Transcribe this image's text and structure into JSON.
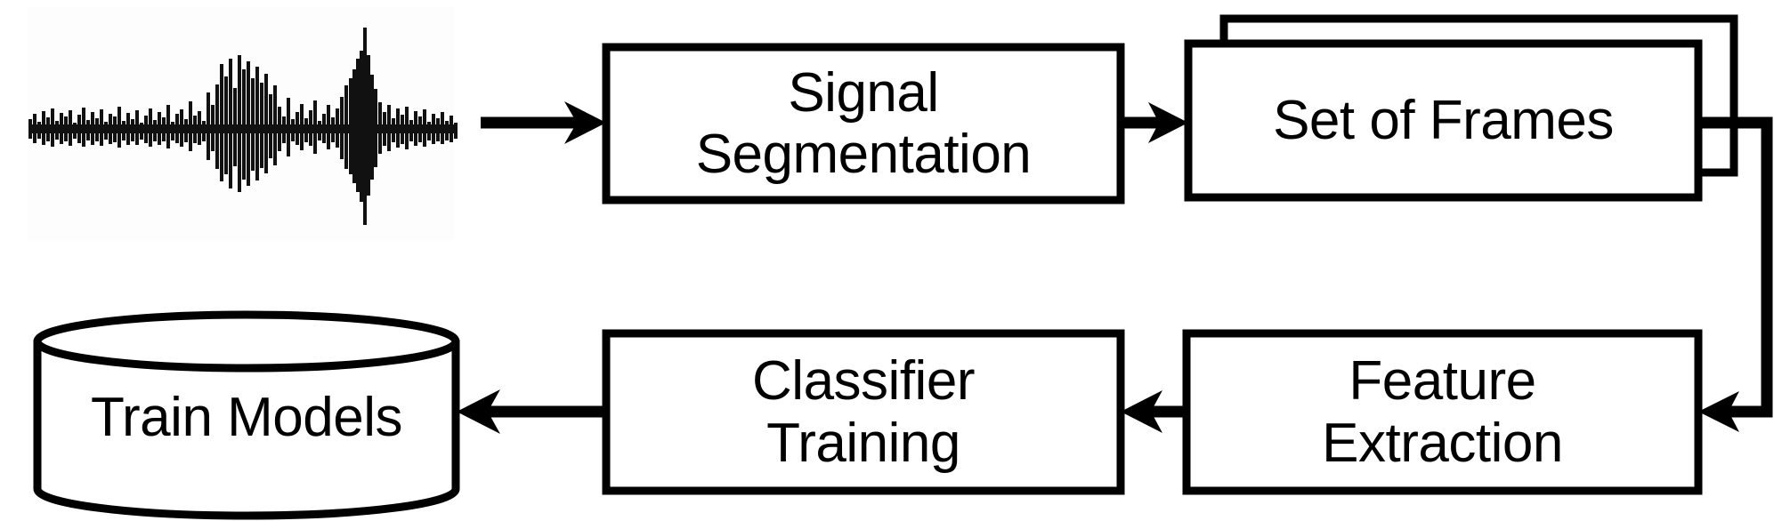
{
  "diagram": {
    "title": "Training pipeline block diagram",
    "type": "flowchart",
    "background_color": "#ffffff",
    "stroke_color": "#000000",
    "nodes": [
      {
        "id": "input-waveform",
        "shape": "image",
        "label": "",
        "semantic": "audio waveform signal"
      },
      {
        "id": "signal-segmentation",
        "shape": "rectangle",
        "label": "Signal\nSegmentation"
      },
      {
        "id": "set-of-frames",
        "shape": "stacked-rectangle",
        "label": "Set of Frames"
      },
      {
        "id": "feature-extraction",
        "shape": "rectangle",
        "label": "Feature\nExtraction"
      },
      {
        "id": "classifier-training",
        "shape": "rectangle",
        "label": "Classifier\nTraining"
      },
      {
        "id": "train-models",
        "shape": "cylinder",
        "label": "Train Models"
      }
    ],
    "edges": [
      {
        "from": "input-waveform",
        "to": "signal-segmentation",
        "style": "straight-arrow",
        "direction": "right"
      },
      {
        "from": "signal-segmentation",
        "to": "set-of-frames",
        "style": "straight-arrow",
        "direction": "right"
      },
      {
        "from": "set-of-frames",
        "to": "feature-extraction",
        "style": "elbow-arrow",
        "direction": "down-left"
      },
      {
        "from": "feature-extraction",
        "to": "classifier-training",
        "style": "straight-arrow",
        "direction": "left"
      },
      {
        "from": "classifier-training",
        "to": "train-models",
        "style": "straight-arrow",
        "direction": "left"
      }
    ]
  }
}
